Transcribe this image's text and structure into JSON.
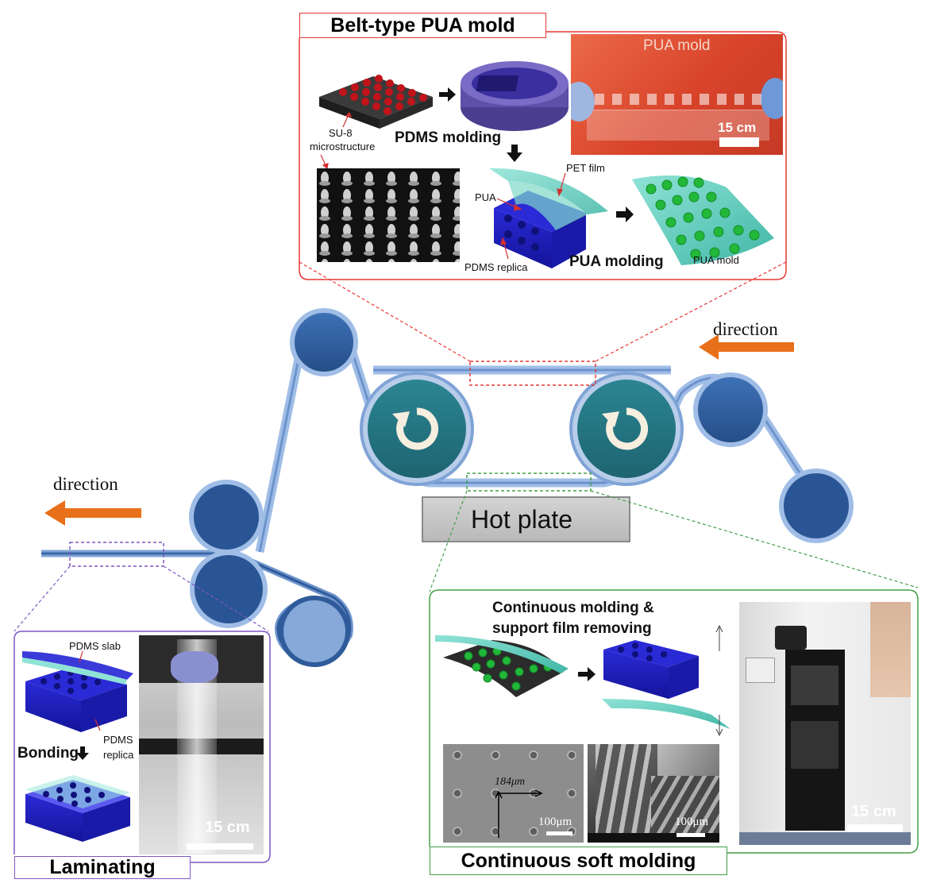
{
  "belt_panel": {
    "title": "Belt-type PUA mold",
    "photo_label": "PUA mold",
    "photo_scale": "15 cm",
    "su8_label": "SU-8",
    "su8_label2": "microstructure",
    "pdms_molding": "PDMS molding",
    "pet_film": "PET film",
    "pua": "PUA",
    "pdms_replica": "PDMS replica",
    "pua_molding": "PUA molding",
    "pua_mold_label": "PUA mold"
  },
  "roll_system": {
    "direction_right": "direction",
    "direction_left": "direction",
    "hot_plate": "Hot plate"
  },
  "laminating_panel": {
    "title": "Laminating",
    "pdms_slab": "PDMS slab",
    "pdms": "PDMS",
    "replica": "replica",
    "bonding": "Bonding",
    "scale": "15 cm"
  },
  "soft_molding_panel": {
    "title": "Continuous soft molding",
    "caption_line1": "Continuous molding &",
    "caption_line2": "support film removing",
    "pitch": "184μm",
    "scale1": "100μm",
    "scale2": "100μm",
    "photo_scale": "15 cm"
  },
  "colors": {
    "red_frame": "#e53935",
    "purple_frame": "#7e57c2",
    "green_frame": "#43a047",
    "belt": "#7fa3d6",
    "roller": "#2f5b9a",
    "drive_roller": "#237785",
    "arrow": "#e8701a"
  }
}
